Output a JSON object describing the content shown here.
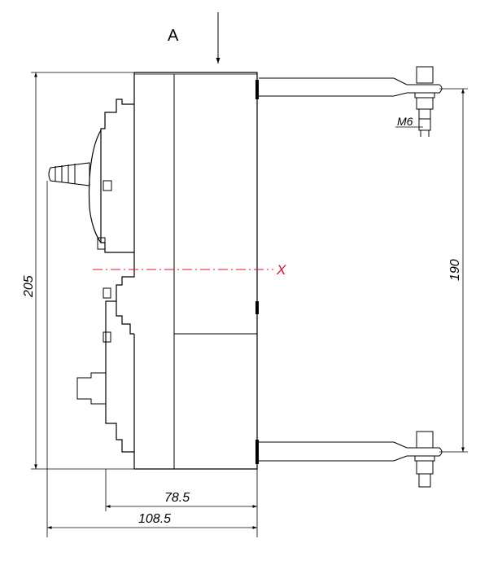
{
  "view_label": "A",
  "axis_label": "X",
  "thread_label": "M6",
  "dimensions": {
    "overall_height": "205",
    "terminal_spacing": "190",
    "body_depth": "78.5",
    "overall_depth": "108.5"
  },
  "colors": {
    "line": "#000000",
    "axis": "#e8102e",
    "background": "#ffffff"
  }
}
